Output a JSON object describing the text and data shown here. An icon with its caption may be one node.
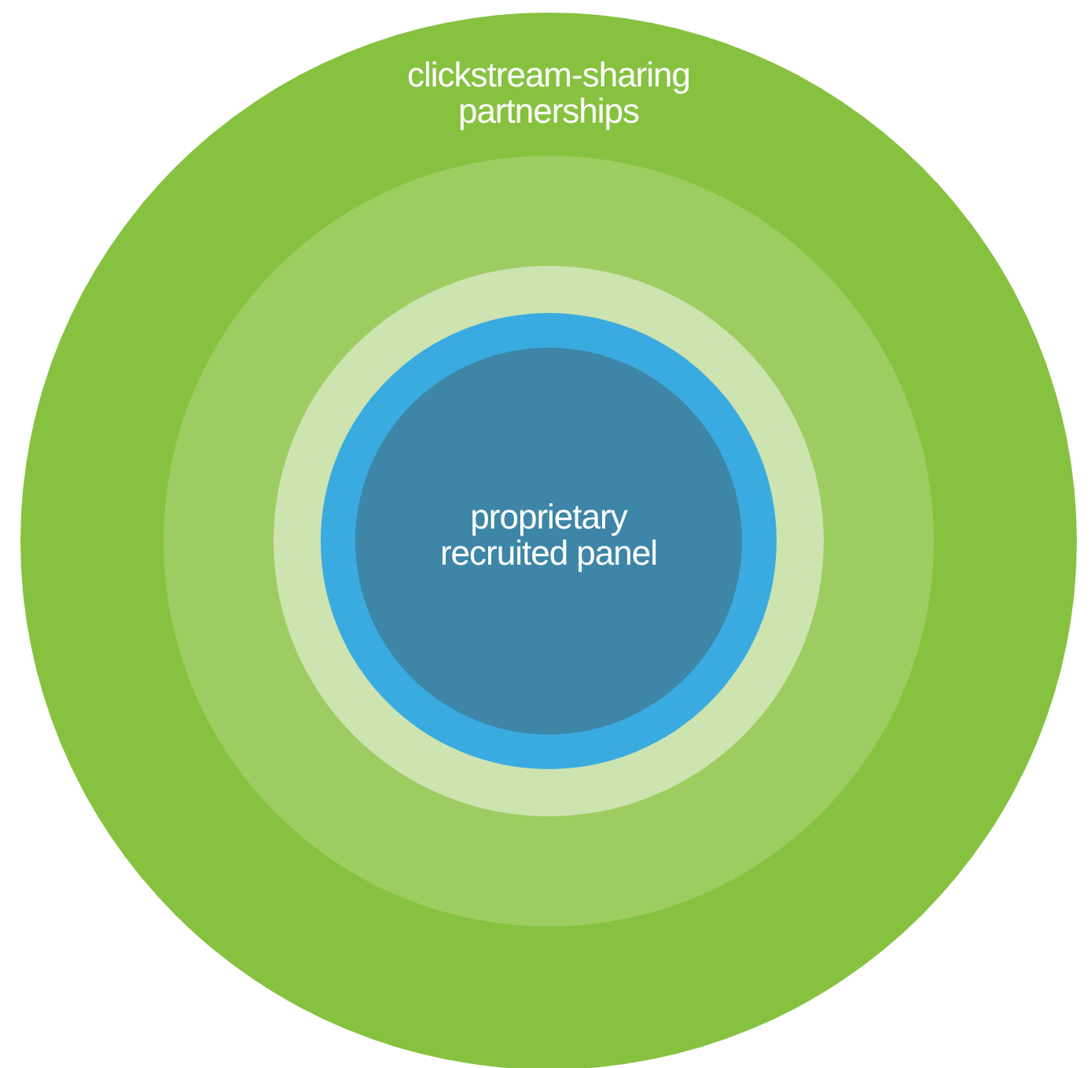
{
  "diagram": {
    "nodes": [
      {
        "text": [
          "clickstream-sharing partnerships"
        ]
      },
      {
        "text": [],
        "shape": "circle",
        "in": 0
      },
      {
        "text": [],
        "shape": "circle",
        "in": 1
      },
      {
        "text": [],
        "shape": "circle",
        "in": 2
      },
      {
        "text": [
          "proprietary recruited panel"
        ],
        "in": 3
      }
    ]
  }
}
